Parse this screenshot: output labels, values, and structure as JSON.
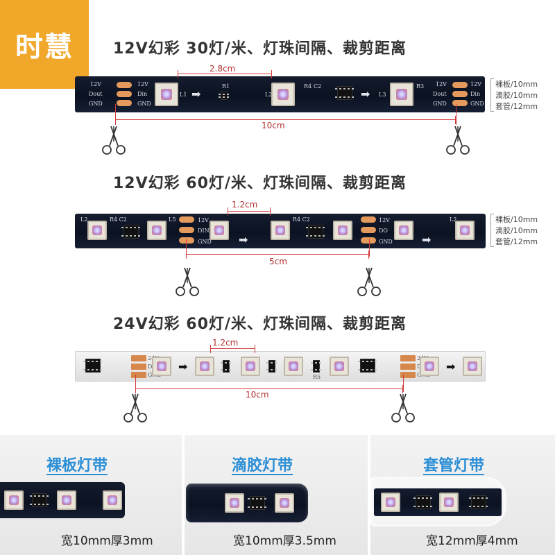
{
  "brand": {
    "label": "时慧"
  },
  "sections": [
    {
      "title": "12V幻彩 30灯/米、灯珠间隔、裁剪距离",
      "led_pitch": "2.8cm",
      "cut_distance": "10cm",
      "silk": {
        "v": "12V",
        "dout": "Dout",
        "gnd": "GND",
        "din": "Din",
        "r1": "R1",
        "r4": "R4",
        "c2": "C2",
        "r3": "R3",
        "l1": "L1",
        "l2": "L2",
        "l3": "L3"
      }
    },
    {
      "title": "12V幻彩 60灯/米、灯珠间隔、裁剪距离",
      "led_pitch": "1.2cm",
      "cut_distance": "5cm",
      "silk": {
        "r4c2": "R4 C2",
        "l2": "L2",
        "l5": "L5",
        "v": "12V",
        "dout": "DO",
        "gnd": "GND",
        "din": "DIN"
      }
    },
    {
      "title": "24V幻彩 60灯/米、灯珠间隔、裁剪距离",
      "led_pitch": "1.2cm",
      "cut_distance": "10cm",
      "silk": {
        "v": "24V",
        "d": "D",
        "gnd": "GND",
        "r5": "R5"
      }
    }
  ],
  "spec": {
    "bare": "裸板/10mm",
    "glue": "滴胶/10mm",
    "sleeve": "套管/12mm"
  },
  "panels": [
    {
      "title": "裸板灯带",
      "dims": "宽10mm厚3mm"
    },
    {
      "title": "滴胶灯带",
      "dims": "宽10mm厚3.5mm"
    },
    {
      "title": "套管灯带",
      "dims": "宽12mm厚4mm"
    }
  ],
  "colors": {
    "brand": "#f0a72a",
    "measure": "#d43a3a",
    "panel_title": "#2c8fd6",
    "strip_dark": "#0b1221"
  }
}
